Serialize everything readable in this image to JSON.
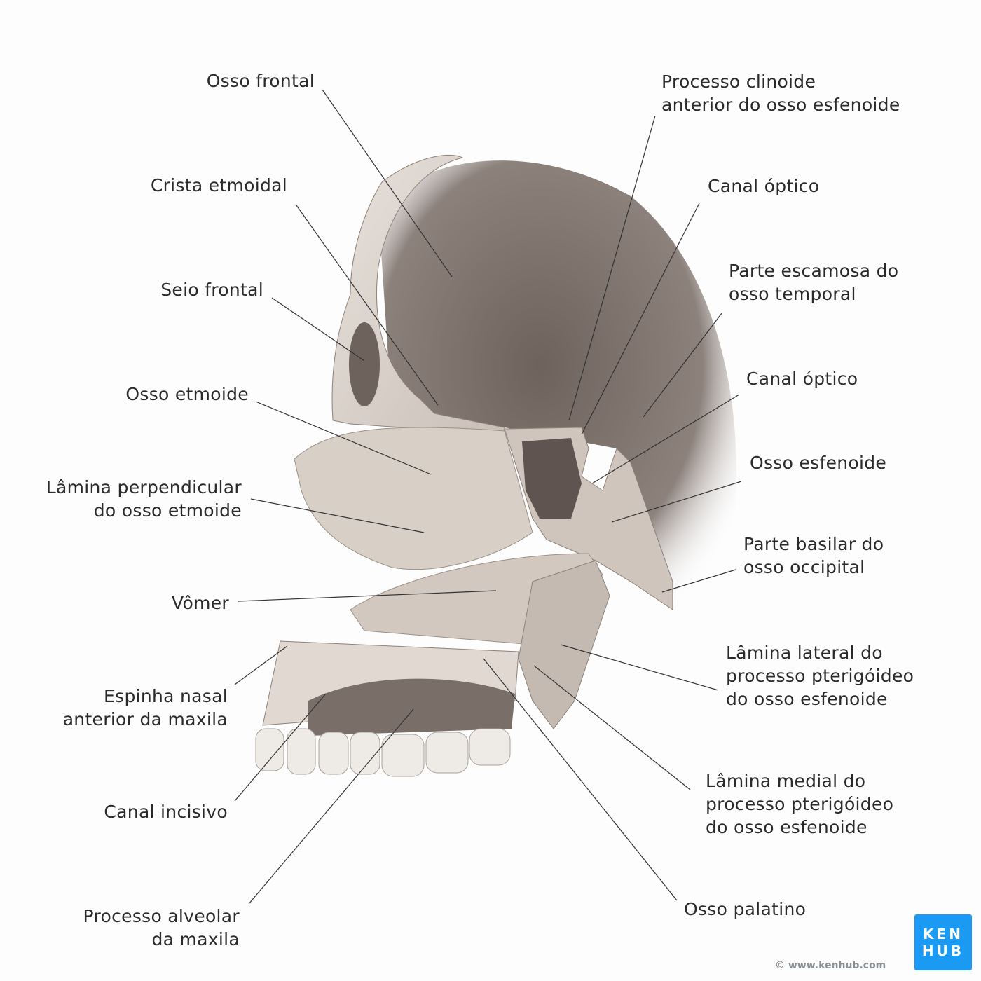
{
  "labels": {
    "osso_frontal": "Osso frontal",
    "crista_etmoidal": "Crista etmoidal",
    "seio_frontal": "Seio frontal",
    "osso_etmoide": "Osso etmoide",
    "lamina_perpendicular": [
      "Lâmina perpendicular",
      "do osso etmoide"
    ],
    "vomer": "Vômer",
    "espinha_nasal": [
      "Espinha nasal",
      "anterior da maxila"
    ],
    "canal_incisivo": "Canal incisivo",
    "processo_alveolar": [
      "Processo alveolar",
      "da maxila"
    ],
    "processo_clinoide": [
      "Processo clinoide",
      "anterior do osso esfenoide"
    ],
    "canal_optico_1": "Canal óptico",
    "parte_escamosa": [
      "Parte escamosa do",
      "osso temporal"
    ],
    "canal_optico_2": "Canal óptico",
    "osso_esfenoide": "Osso esfenoide",
    "parte_basilar": [
      "Parte basilar do",
      "osso occipital"
    ],
    "lamina_lateral": [
      "Lâmina lateral do",
      "processo pterigóideo",
      "do osso esfenoide"
    ],
    "lamina_medial": [
      "Lâmina medial do",
      "processo pterigóideo",
      "do osso esfenoide"
    ],
    "osso_palatino": "Osso palatino"
  },
  "logo": {
    "line1": "KEN",
    "line2": "HUB",
    "color": "#1a9af2"
  },
  "copyright": "© www.kenhub.com"
}
